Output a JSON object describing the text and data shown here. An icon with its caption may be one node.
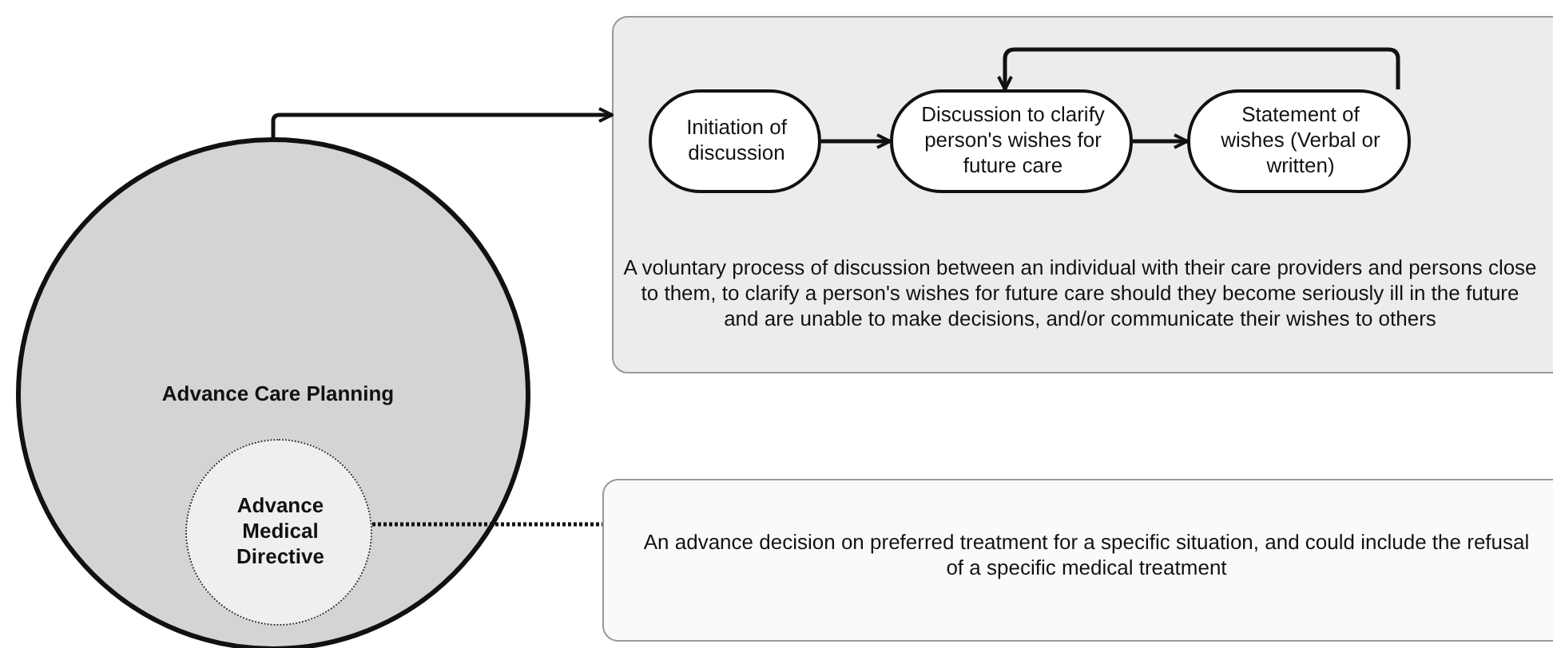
{
  "diagram": {
    "nodes": [
      {
        "text": [
          "Advance Care Planning"
        ]
      },
      {
        "text": [
          "Advance Medical Directive"
        ],
        "in": 0
      },
      {
        "text": [
          "A  voluntary process of discussion between an individual with their care providers and persons close to them, to clarify a person's wishes for future care should they become seriously ill in the future and are unable to make decisions, and/or communicate their wishes to others"
        ]
      },
      {
        "text": [
          "Initiation of discussion"
        ],
        "in": 2
      },
      {
        "text": [
          "Discussion to clarify person's wishes for future care"
        ],
        "in": 2
      },
      {
        "text": [
          "Statement of wishes (Verbal or written)"
        ],
        "in": 2
      },
      {
        "text": [
          "An advance decision on preferred treatment for a specific situation, and could include the refusal of a specific medical treatment"
        ]
      }
    ],
    "edges": [
      {
        "from": 0,
        "to": 2,
        "arrow": "to"
      },
      {
        "from": 3,
        "to": 4,
        "arrow": "to"
      },
      {
        "from": 4,
        "to": 5,
        "arrow": "to"
      },
      {
        "from": 5,
        "to": 4,
        "arrow": "to"
      },
      {
        "from": 1,
        "to": 6,
        "arrow": "none",
        "style": "dashed"
      }
    ]
  }
}
